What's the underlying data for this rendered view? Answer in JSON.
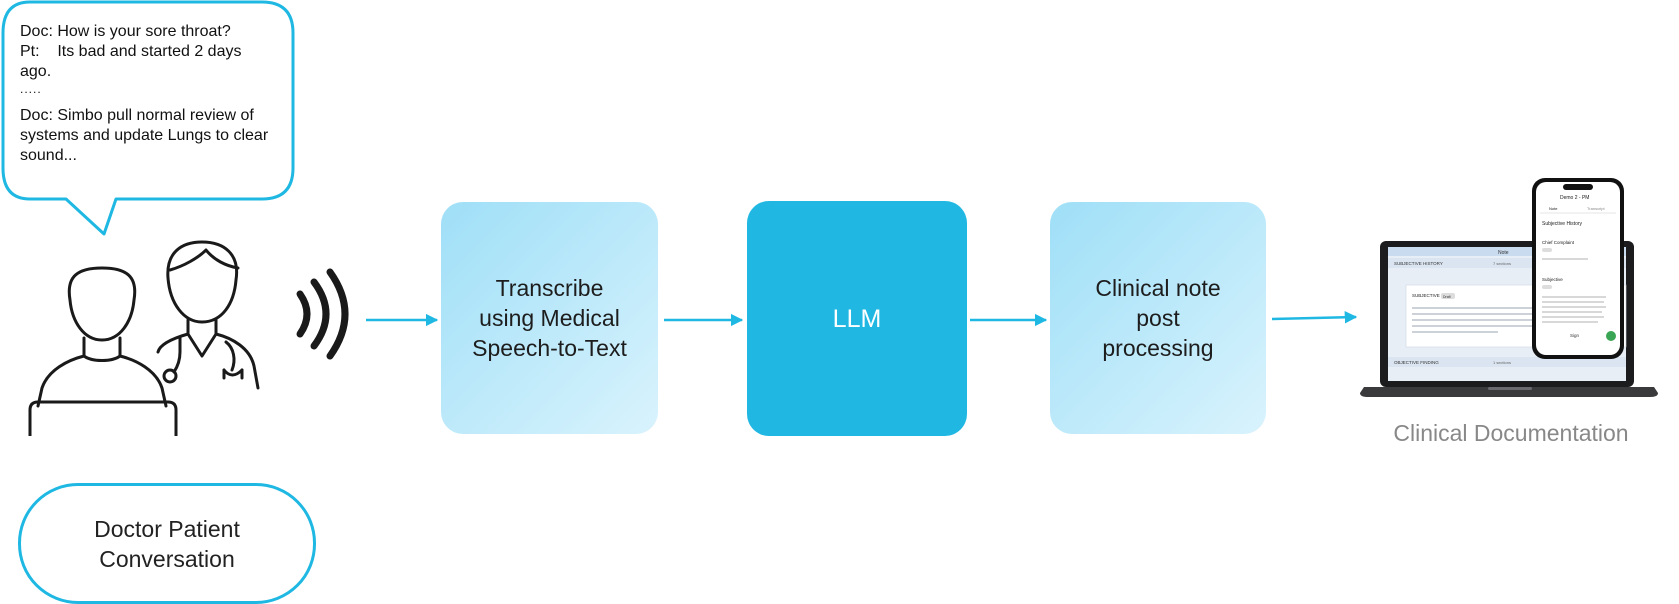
{
  "conversation": {
    "lines": [
      "Doc: How is your sore throat?",
      "Pt:    Its bad and started 2 days",
      "ago.",
      ".....",
      "Doc: Simbo pull normal review of",
      "systems and update Lungs to clear",
      "sound..."
    ],
    "label_line1": "Doctor Patient",
    "label_line2": "Conversation"
  },
  "steps": {
    "transcribe": [
      "Transcribe",
      "using Medical",
      "Speech-to-Text"
    ],
    "llm": "LLM",
    "postprocess": [
      "Clinical note",
      "post",
      "processing"
    ]
  },
  "output": {
    "label": "Clinical Documentation",
    "laptop": {
      "header": "Note",
      "section1": "SUBJECTIVE HISTORY",
      "section1_meta": "7 sections",
      "card_title": "SUBJECTIVE",
      "card_badge": "Draft",
      "section2": "OBJECTIVE FINDING",
      "section2_meta": "1 sections"
    },
    "phone": {
      "title": "Demo 2 - PM",
      "tab_note": "Note",
      "tab_other": "Transcript",
      "heading": "Subjective History",
      "item1": "Chief Complaint",
      "item2": "Subjective",
      "button": "Sign"
    }
  },
  "colors": {
    "accent": "#1fb8e3",
    "box_light": "#b7e8fa",
    "box_dark": "#20b8e2",
    "muted_text": "#888888"
  }
}
